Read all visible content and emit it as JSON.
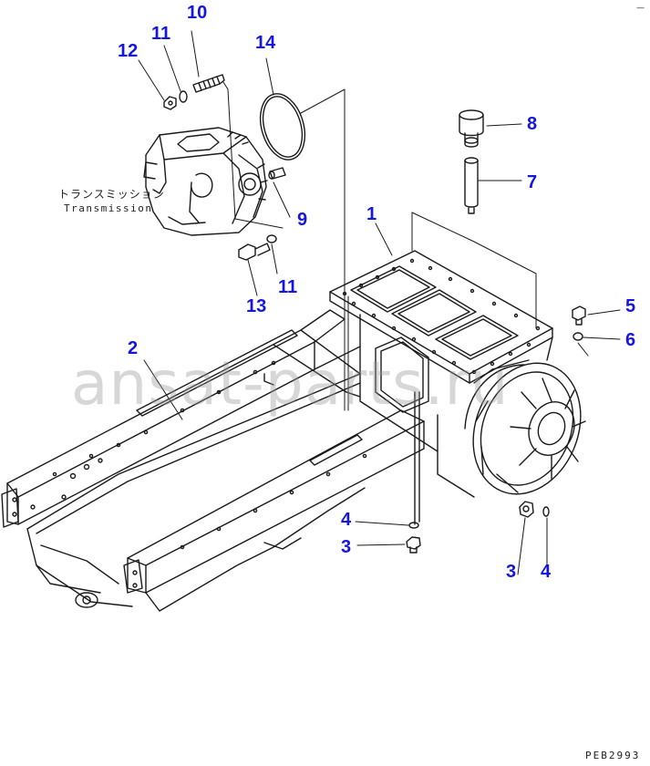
{
  "labels": {
    "l1": "1",
    "l2": "2",
    "l3a": "3",
    "l3b": "3",
    "l4a": "4",
    "l4b": "4",
    "l5": "5",
    "l6": "6",
    "l7": "7",
    "l8": "8",
    "l9": "9",
    "l10": "10",
    "l11a": "11",
    "l11b": "11",
    "l12": "12",
    "l13": "13",
    "l14": "14"
  },
  "transmission_jp": "トランスミッション",
  "transmission_en": "Transmission",
  "watermark": "ansat-parts.ru",
  "drawing_code": "PEB2993",
  "callout_color": "#1515e0"
}
